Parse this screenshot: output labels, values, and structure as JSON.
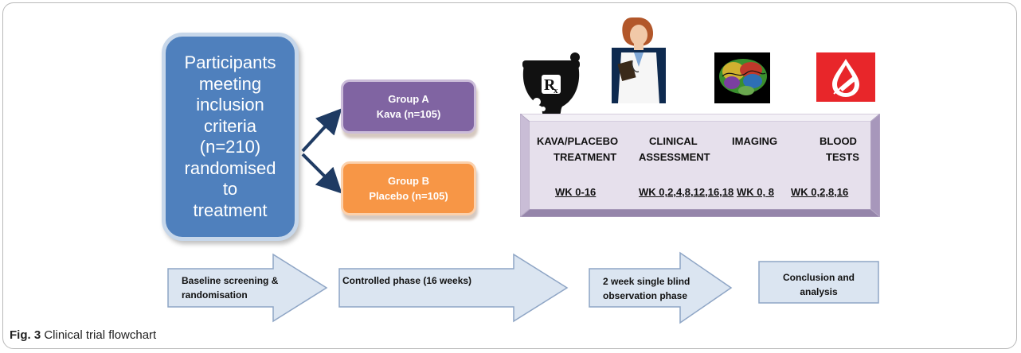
{
  "flow": {
    "participants": {
      "lines": [
        "Participants",
        "meeting",
        "inclusion",
        "criteria",
        "(n=210)",
        "randomised",
        "to",
        "treatment"
      ]
    },
    "group_a": {
      "title": "Group A",
      "detail": "Kava (n=105)"
    },
    "group_b": {
      "title": "Group B",
      "detail": "Placebo (n=105)"
    }
  },
  "assessments": {
    "columns": [
      {
        "line1": "KAVA/PLACEBO",
        "line2": "TREATMENT",
        "weeks": "WK 0-16"
      },
      {
        "line1": "CLINICAL",
        "line2": "ASSESSMENT",
        "weeks": "WK 0,2,4,8,12,16,18"
      },
      {
        "line1": "IMAGING",
        "line2": "",
        "weeks": "WK 0, 8"
      },
      {
        "line1": "BLOOD",
        "line2": "TESTS",
        "weeks": "WK 0,2,8,16"
      }
    ],
    "icons": [
      "pharmacy-mortar-rx-icon",
      "doctor-icon",
      "brain-imaging-icon",
      "blood-test-icon"
    ]
  },
  "phases": [
    {
      "line1": "Baseline screening &",
      "line2": "randomisation"
    },
    {
      "line1": "Controlled phase (16 weeks)",
      "line2": ""
    },
    {
      "line1": "2 week single blind",
      "line2": "observation phase"
    },
    {
      "line1": "Conclusion and",
      "line2": "analysis"
    }
  ],
  "caption": {
    "label": "Fig. 3",
    "text": "Clinical trial flowchart"
  },
  "colors": {
    "participants": "#4f80bd",
    "group_a": "#8064a2",
    "group_b": "#f79646",
    "phase_fill": "#dbe5f1",
    "phase_stroke": "#8ea5c5",
    "panel_fill": "#e6e0ec",
    "connector": "#1f3b63"
  }
}
